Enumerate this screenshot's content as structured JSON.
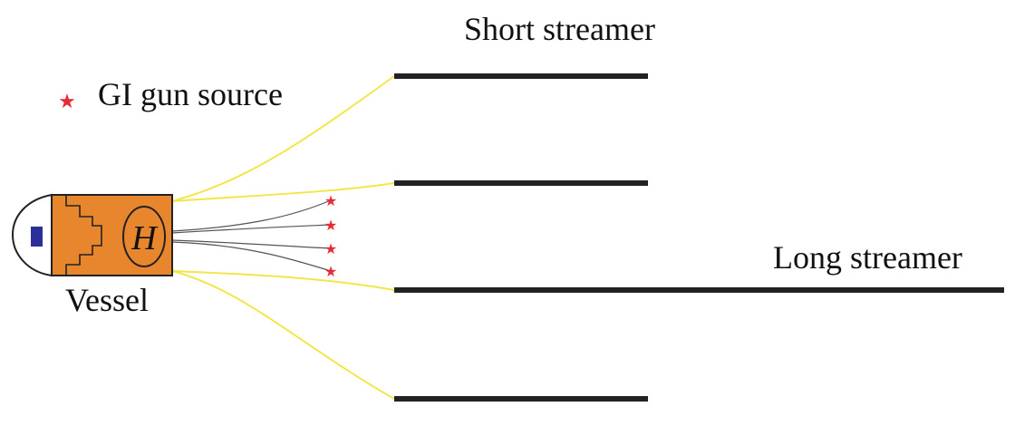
{
  "labels": {
    "short_streamer": "Short streamer",
    "long_streamer": "Long streamer",
    "legend_gun": "GI gun source",
    "vessel": "Vessel",
    "helipad": "H"
  },
  "colors": {
    "vessel_body": "#e8862e",
    "vessel_outline": "#222222",
    "bow_window": "#2b2f9a",
    "cable": "#f2e64b",
    "gun_cable": "#555555",
    "streamer": "#222222",
    "gun_star": "#e52b35"
  },
  "icons": {
    "gun": "star-icon",
    "helipad": "helipad-icon"
  }
}
